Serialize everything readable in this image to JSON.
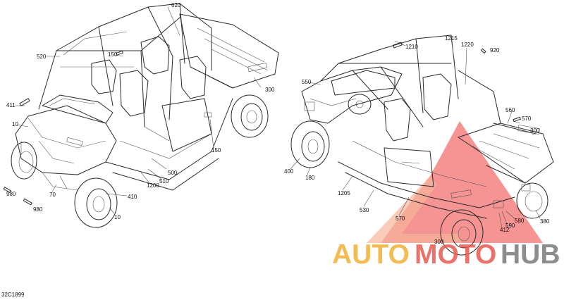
{
  "diagram_code": "32C1899",
  "callouts": [
    {
      "id": "c620a",
      "label": "620"
    },
    {
      "id": "c520",
      "label": "520"
    },
    {
      "id": "c150a",
      "label": "150"
    },
    {
      "id": "c300a",
      "label": "300"
    },
    {
      "id": "c411",
      "label": "411"
    },
    {
      "id": "c10a",
      "label": "10"
    },
    {
      "id": "c150b",
      "label": "150"
    },
    {
      "id": "c500",
      "label": "500"
    },
    {
      "id": "c510",
      "label": "510"
    },
    {
      "id": "c1200",
      "label": "1200"
    },
    {
      "id": "c70",
      "label": "70"
    },
    {
      "id": "c410",
      "label": "410"
    },
    {
      "id": "c980a",
      "label": "980"
    },
    {
      "id": "c980b",
      "label": "980"
    },
    {
      "id": "c10b",
      "label": "10"
    },
    {
      "id": "c1215",
      "label": "1215"
    },
    {
      "id": "c1210",
      "label": "1210"
    },
    {
      "id": "c1220",
      "label": "1220"
    },
    {
      "id": "c920",
      "label": "920"
    },
    {
      "id": "c550",
      "label": "550"
    },
    {
      "id": "c560",
      "label": "560"
    },
    {
      "id": "c570a",
      "label": "570"
    },
    {
      "id": "c300b",
      "label": "300"
    },
    {
      "id": "c400",
      "label": "400"
    },
    {
      "id": "c180",
      "label": "180"
    },
    {
      "id": "c1205",
      "label": "1205"
    },
    {
      "id": "c530",
      "label": "530"
    },
    {
      "id": "c570b",
      "label": "570"
    },
    {
      "id": "c580",
      "label": "580"
    },
    {
      "id": "c590",
      "label": "590"
    },
    {
      "id": "c412",
      "label": "412"
    },
    {
      "id": "c380",
      "label": "380"
    },
    {
      "id": "c300c",
      "label": "300"
    }
  ],
  "watermark": {
    "part1": "AUTO",
    "part2": "MOTO",
    "part3": "HUB",
    "color1": "#f2b134",
    "color2": "#e85a4f",
    "color3": "#7a7a7a"
  }
}
